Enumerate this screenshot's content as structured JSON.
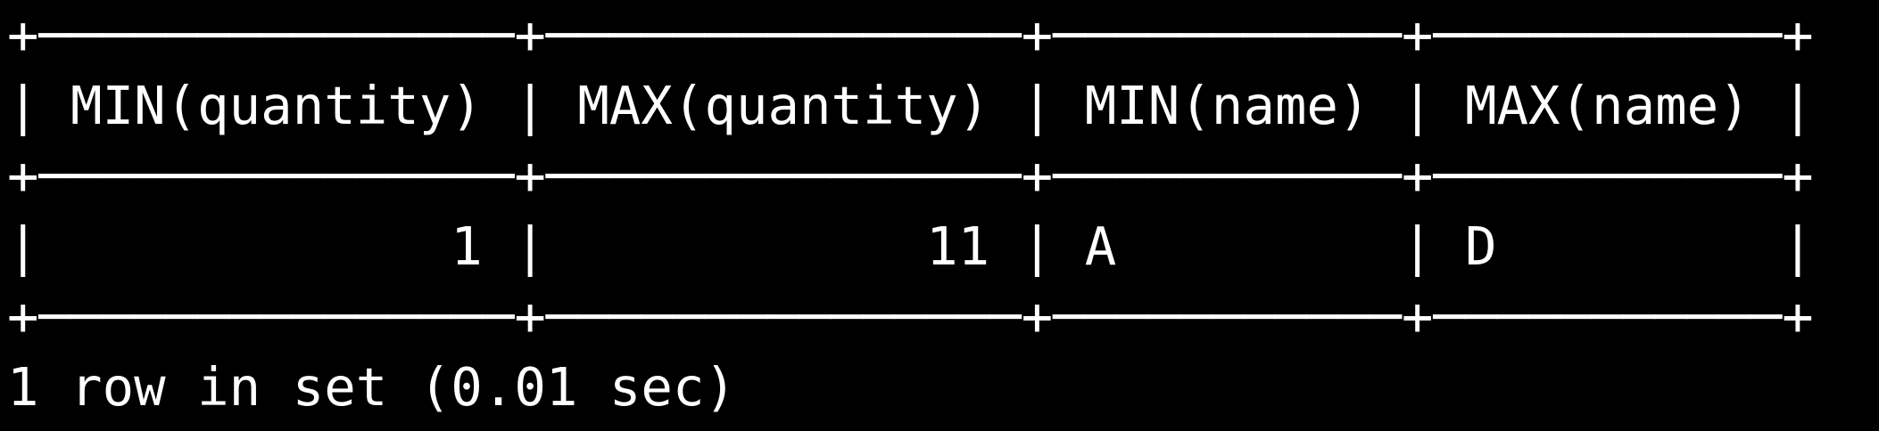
{
  "terminal": {
    "colors": {
      "background": "#000000",
      "text": "#ffffff"
    },
    "result_table": {
      "columns": [
        "MIN(quantity)",
        "MAX(quantity)",
        "MIN(name)",
        "MAX(name)"
      ],
      "rows": [
        [
          "1",
          "11",
          "A",
          "D"
        ]
      ]
    },
    "status_line": "1 row in set (0.01 sec)",
    "lines": [
      "+───────────────+───────────────+───────────+───────────+",
      "| MIN(quantity) | MAX(quantity) | MIN(name) | MAX(name) |",
      "+───────────────+───────────────+───────────+───────────+",
      "|             1 |            11 | A         | D         |",
      "+───────────────+───────────────+───────────+───────────+",
      "1 row in set (0.01 sec)"
    ]
  }
}
